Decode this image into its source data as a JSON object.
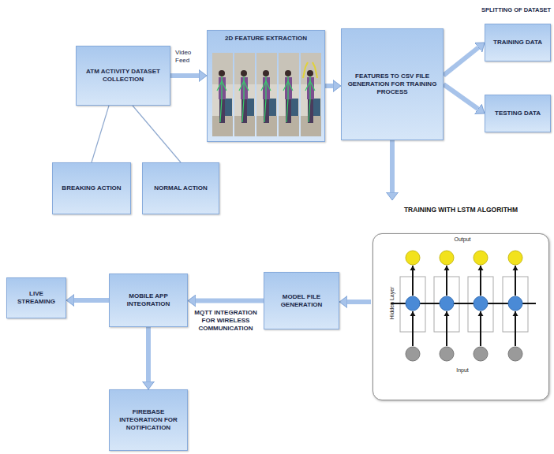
{
  "diagram": {
    "nodes": [
      {
        "text": [
          "ATM ACTIVITY DATASET COLLECTION"
        ]
      },
      {
        "text": [
          "2D FEATURE EXTRACTION"
        ]
      },
      {
        "text": [
          "FEATURES TO CSV FILE GENERATION FOR TRAINING PROCESS"
        ]
      },
      {
        "text": [
          "TRAINING DATA"
        ]
      },
      {
        "text": [
          "TESTING DATA"
        ]
      },
      {
        "text": [
          "BREAKING ACTION"
        ]
      },
      {
        "text": [
          "NORMAL ACTION"
        ]
      },
      {
        "text": [
          "TRAINING WITH LSTM ALGORITHM"
        ]
      },
      {
        "text": [
          "MODEL FILE GENERATION"
        ]
      },
      {
        "text": [
          "MOBILE APP INTEGRATION"
        ]
      },
      {
        "text": [
          "LIVE STREAMING"
        ]
      },
      {
        "text": [
          "FIREBASE INTEGRATION FOR NOTIFICATION"
        ]
      }
    ],
    "edges": [
      {
        "from": 0,
        "to": 1,
        "arrow": "to",
        "label": "Video Feed"
      },
      {
        "from": 1,
        "to": 2,
        "arrow": "to"
      },
      {
        "from": 2,
        "to": 3,
        "arrow": "to"
      },
      {
        "from": 2,
        "to": 4,
        "arrow": "to"
      },
      {
        "from": 0,
        "to": 5,
        "arrow": "none"
      },
      {
        "from": 0,
        "to": 6,
        "arrow": "none"
      },
      {
        "from": 2,
        "to": 7,
        "arrow": "to"
      },
      {
        "from": 7,
        "to": 8,
        "arrow": "to"
      },
      {
        "from": 8,
        "to": 9,
        "arrow": "to",
        "label": "MQTT INTEGRATION FOR WIRELESS COMMUNICATION"
      },
      {
        "from": 9,
        "to": 10,
        "arrow": "to"
      },
      {
        "from": 9,
        "to": 11,
        "arrow": "to"
      }
    ],
    "labels": [
      "SPLITTING OF DATASET",
      "Output",
      "Hidden Layer",
      "Input"
    ]
  }
}
